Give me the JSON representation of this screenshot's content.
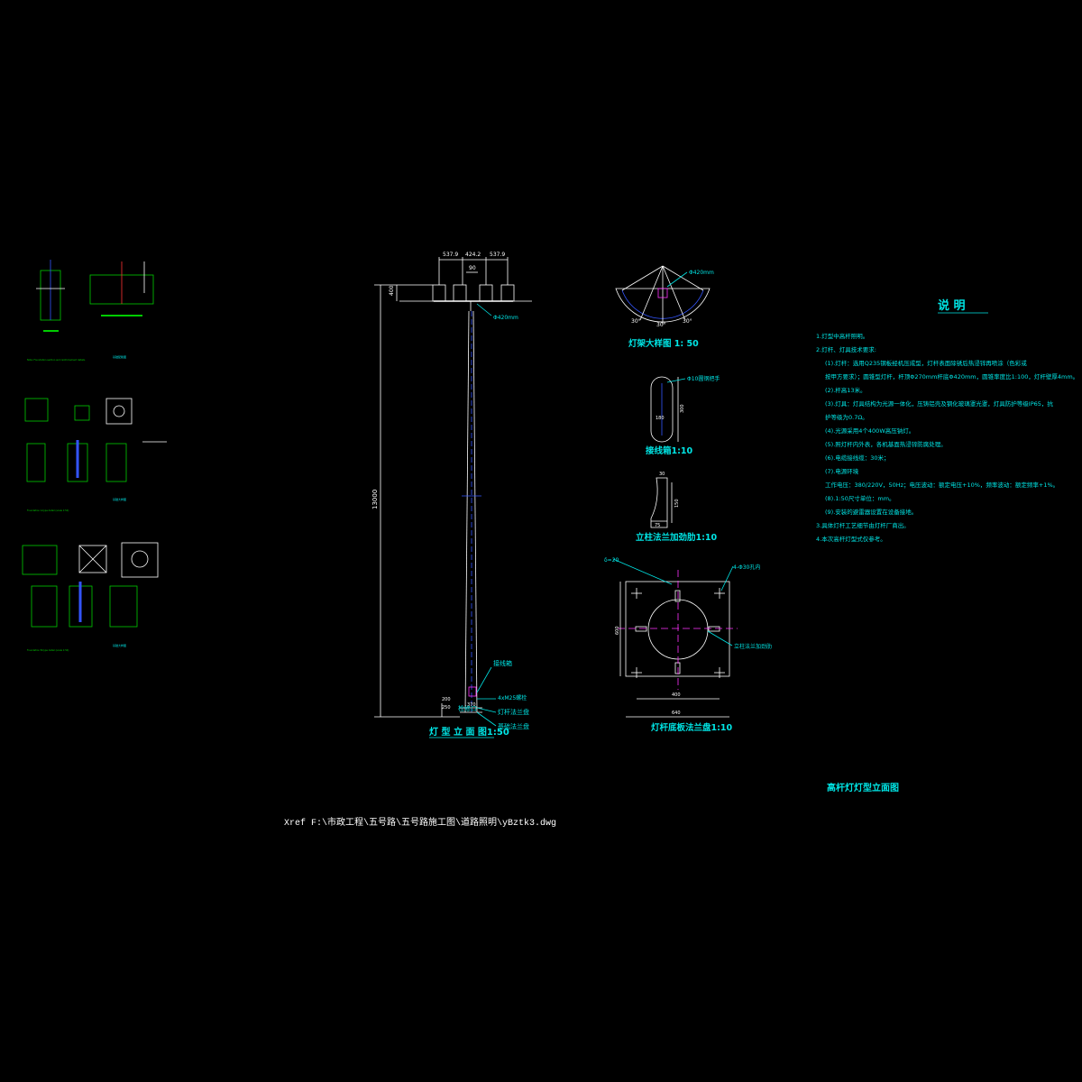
{
  "elevation": {
    "title": "灯 型 立 面 图1:50",
    "height_dim": "13000",
    "top_dims": [
      "537.9",
      "424.2",
      "537.9"
    ],
    "top_center_dim": "90",
    "top_height_dim": "400",
    "pole_dia_label": "Φ420mm",
    "base_dims": [
      "250",
      "200"
    ],
    "base_width_dim": "370",
    "labels": [
      "接线箱",
      "4xM25螺栓",
      "灯杆法兰盘",
      "基础法兰盘"
    ],
    "base_label": "检修口"
  },
  "lamp_detail": {
    "title": "灯架大样图 1: 50",
    "dia": "Φ420mm",
    "dims": [
      "30°",
      "30°",
      "30°"
    ]
  },
  "junction": {
    "title": "接线箱1:10",
    "label": "Φ10圆钢把手",
    "dims": [
      "180",
      "300"
    ]
  },
  "rib": {
    "title": "立柱法兰加劲肋1:10",
    "dims": [
      "30",
      "150",
      "75"
    ]
  },
  "flange": {
    "title": "灯杆底板法兰盘1:10",
    "thickness": "δ=20",
    "holes": "4-Φ30孔内",
    "rib_label": "立柱法兰加劲肋",
    "dims": {
      "width": "640",
      "height": "600",
      "inner": "400"
    }
  },
  "notes": {
    "title": "说      明",
    "lines": [
      "1.灯型中高杆照明。",
      "2.灯杆、灯具技术要求:",
      "(1).灯杆：选用Q235钢板经机压成型，灯杆表面除锈后热浸锌再喷涂（色彩或",
      "    按甲方要求）；圆锥型灯杆，杆顶Φ270mm杆底Φ420mm，圆锥率度比1:100，灯杆壁厚4mm。",
      "(2).杆高13米。",
      "(3).灯具：灯具结构为光源一体化，压铸铝壳及钢化玻璃罩光罩，灯具防护等级IP65，抗",
      "    护等级为0.7Ω。",
      "(4).光源采用4个400W高压钠灯。",
      "(5).照灯杆内外表，各机基面热浸锌防腐处理。",
      "(6).电缆接线缆：30米；",
      "(7).电源环境",
      "    工作电压：380/220V，50Hz；电压波动：额定电压+10%，频率波动：额定频率+1%。",
      "(8).1:50尺寸单位：mm。",
      "(9).安装的避雷器设置在设备接地。",
      "3.具体灯杆工艺细节由灯杆厂商出。",
      "4.本次高杆灯型式仅参考。"
    ]
  },
  "drawing_title": "高杆灯灯型立面图",
  "xref": "Xref F:\\市政工程\\五号路\\五号路施工图\\道路照明\\yBztk3.dwg",
  "left_details": {
    "captions": [
      "基础配筋图",
      "基础大样图",
      "基础大样图"
    ],
    "notes": [
      "Note: Foundation section and reinforcement details",
      "Foundation A-type detail  (scale 1:50)",
      "Foundation B-type detail  (scale 1:50)"
    ]
  },
  "colors": {
    "cyan": "#00e5e5",
    "white": "#ffffff",
    "green": "#00cc00",
    "blue": "#3355ff",
    "magenta": "#ff33ff",
    "bg": "#000000"
  }
}
